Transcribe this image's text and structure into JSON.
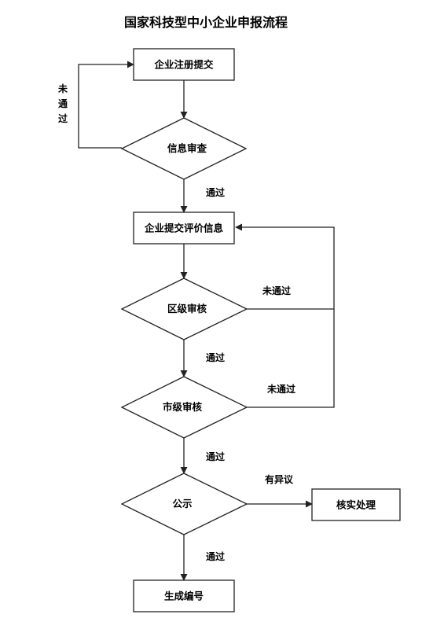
{
  "title": "国家科技型中小企业申报流程",
  "nodes": {
    "register": "企业注册提交",
    "info_review": "信息审查",
    "submit_eval": "企业提交评价信息",
    "district_review": "区级审核",
    "city_review": "市级审核",
    "publicity": "公示",
    "verify": "核实处理",
    "generate_id": "生成编号"
  },
  "edges": {
    "info_fail_chars": [
      "未",
      "通",
      "过"
    ],
    "info_pass": "通过",
    "district_fail": "未通过",
    "district_pass": "通过",
    "city_fail": "未通过",
    "city_pass": "通过",
    "objection": "有异议",
    "publicity_pass": "通过"
  }
}
